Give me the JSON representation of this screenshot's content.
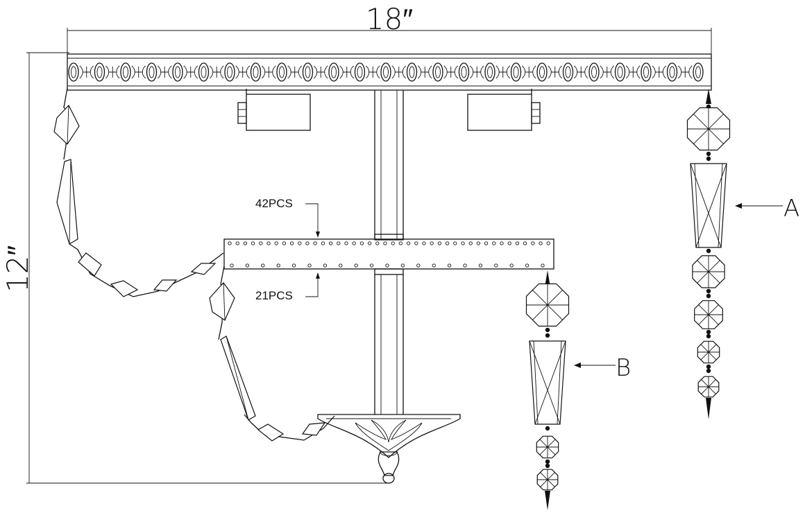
{
  "dimensions": {
    "width_label": "18″",
    "height_label": "12″"
  },
  "callouts": {
    "upper_ring_count": "42PCS",
    "lower_ring_count": "21PCS",
    "drop_a": "A",
    "drop_b": "B"
  }
}
